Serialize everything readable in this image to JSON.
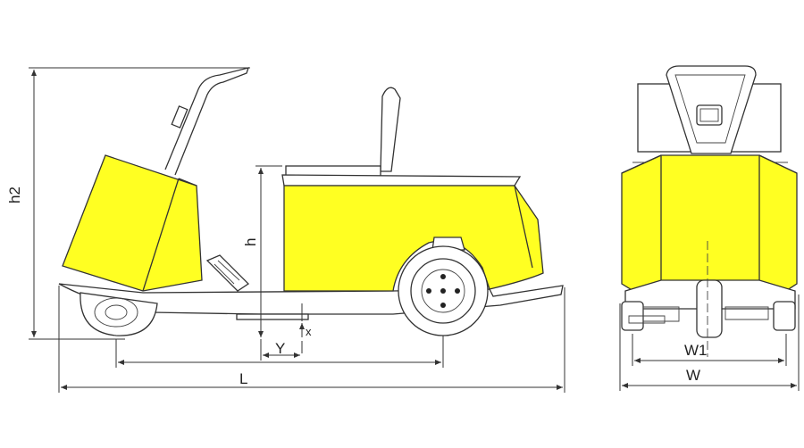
{
  "colors": {
    "body_fill": "#ffff22",
    "line": "#333333",
    "background": "#ffffff"
  },
  "labels": {
    "h2": "h2",
    "h": "h",
    "x": "x",
    "Y": "Y",
    "L": "L",
    "W1": "W1",
    "W": "W"
  }
}
